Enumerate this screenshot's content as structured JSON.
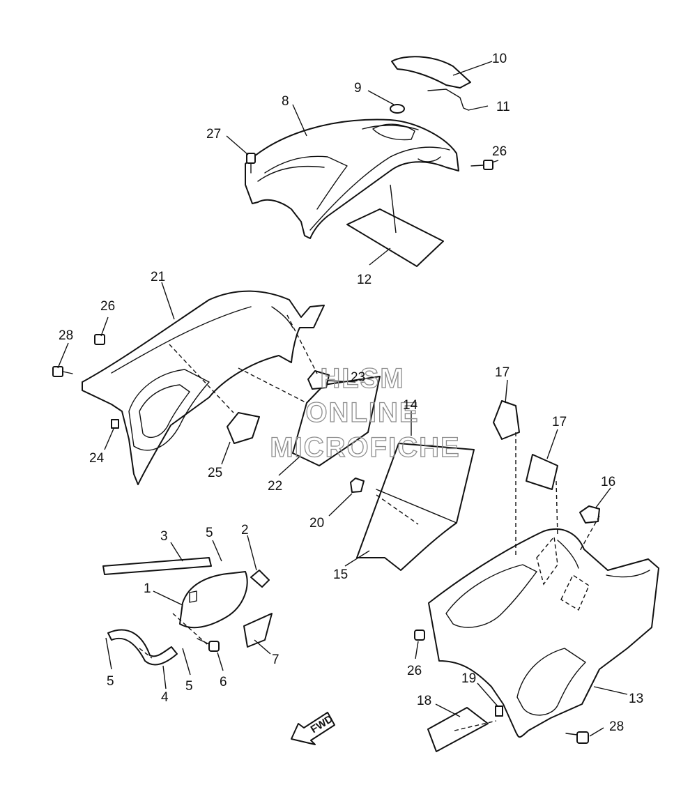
{
  "watermark": {
    "line1": "HLSM",
    "line2": "ONLINE",
    "line3": "MICROFICHE"
  },
  "direction_label": "FWD",
  "callouts": [
    {
      "id": "c10a",
      "label": "10"
    },
    {
      "id": "c9",
      "label": "9"
    },
    {
      "id": "c8",
      "label": "8"
    },
    {
      "id": "c11",
      "label": "11"
    },
    {
      "id": "c27",
      "label": "27"
    },
    {
      "id": "c26a",
      "label": "26"
    },
    {
      "id": "c12",
      "label": "12"
    },
    {
      "id": "c21",
      "label": "21"
    },
    {
      "id": "c26b",
      "label": "26"
    },
    {
      "id": "c28a",
      "label": "28"
    },
    {
      "id": "c23",
      "label": "23"
    },
    {
      "id": "c14",
      "label": "14"
    },
    {
      "id": "c17a",
      "label": "17"
    },
    {
      "id": "c17b",
      "label": "17"
    },
    {
      "id": "c24",
      "label": "24"
    },
    {
      "id": "c25",
      "label": "25"
    },
    {
      "id": "c22",
      "label": "22"
    },
    {
      "id": "c16",
      "label": "16"
    },
    {
      "id": "c20",
      "label": "20"
    },
    {
      "id": "c3",
      "label": "3"
    },
    {
      "id": "c5a",
      "label": "5"
    },
    {
      "id": "c2",
      "label": "2"
    },
    {
      "id": "c15",
      "label": "15"
    },
    {
      "id": "c1",
      "label": "1"
    },
    {
      "id": "c7",
      "label": "7"
    },
    {
      "id": "c5b",
      "label": "5"
    },
    {
      "id": "c4",
      "label": "4"
    },
    {
      "id": "c5c",
      "label": "5"
    },
    {
      "id": "c6",
      "label": "6"
    },
    {
      "id": "c26c",
      "label": "26"
    },
    {
      "id": "c19",
      "label": "19"
    },
    {
      "id": "c13",
      "label": "13"
    },
    {
      "id": "c18",
      "label": "18"
    },
    {
      "id": "c28b",
      "label": "28"
    }
  ]
}
